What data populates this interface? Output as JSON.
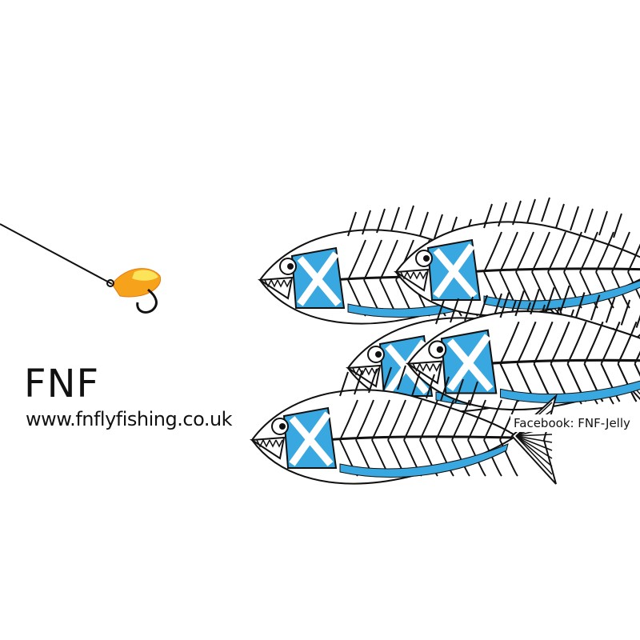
{
  "brand": {
    "name": "FNF",
    "website": "www.fnflyfishing.co.uk",
    "facebook": "Facebook: FNF-Jelly"
  },
  "artwork": {
    "lure": "orange-fly-lure-on-hook",
    "fish": "skeletal-fish-with-scottish-saltire",
    "fish_count": 5,
    "colors": {
      "lure": "#f7a21b",
      "lure_tip": "#fbe45a",
      "saltire": "#3aa8e0",
      "ink": "#111111",
      "background": "#ffffff"
    }
  }
}
